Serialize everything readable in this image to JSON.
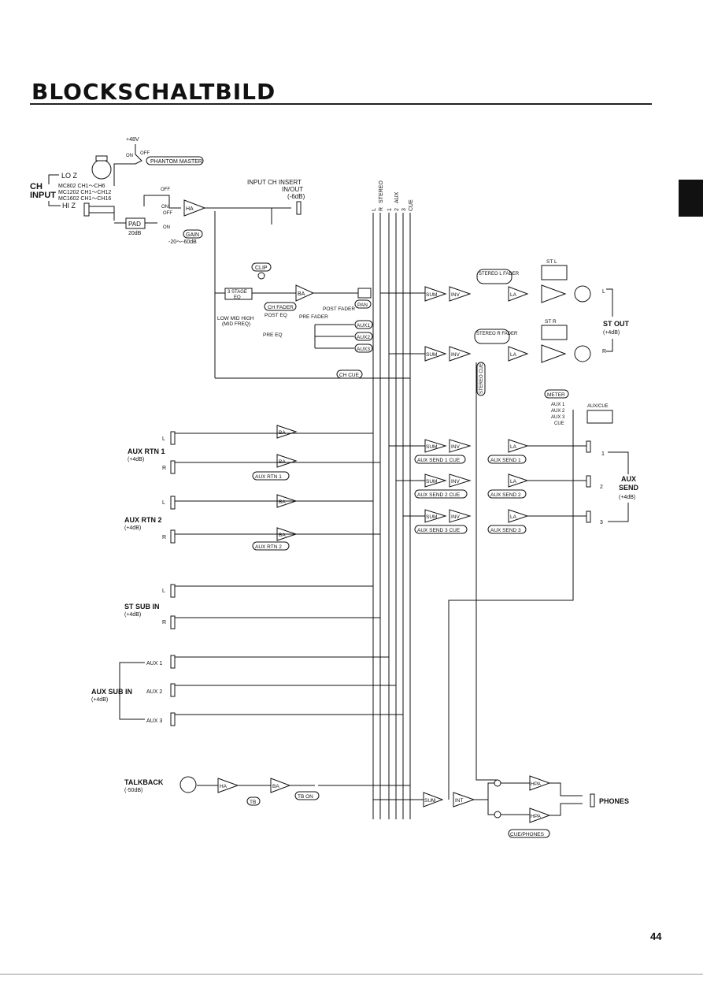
{
  "page": {
    "title": "BLOCKSCHALTBILD",
    "number": "44"
  },
  "bus_labels": [
    "L",
    "R",
    "STEREO",
    "1",
    "2",
    "3",
    "AUX",
    "CUE"
  ],
  "ch_input": {
    "label1": "CH",
    "label2": "INPUT",
    "lo_z": "LO Z",
    "hi_z": "HI Z",
    "models": [
      "MC802  CH1～CH6",
      "MC1202  CH1～CH12",
      "MC1602  CH1～CH16"
    ],
    "phantom_voltage": "+48V",
    "on": "ON",
    "off": "OFF",
    "phantom_master": "PHANTOM MASTER",
    "pad": "PAD",
    "pad_value": "20dB",
    "ha": "HA",
    "gain": "GAIN",
    "gain_range": "-20～-60dB"
  },
  "insert": {
    "line1": "INPUT CH INSERT",
    "line2": "IN/OUT",
    "line3": "(-6dB)"
  },
  "channel": {
    "clip": "CLIP",
    "eq1": "3 STAGE",
    "eq2": "EQ",
    "eq_bands": "LOW  MID  HIGH",
    "mid_freq": "(MID FREQ)",
    "ba": "BA",
    "ch_fader": "CH FADER",
    "post_eq": "POST EQ",
    "pre_eq": "PRE EQ",
    "post_fader": "POST FADER",
    "pre_fader": "PRE FADER",
    "pan": "PAN",
    "aux1": "AUX1",
    "aux2": "AUX2",
    "aux3": "AUX3",
    "ch_cue": "CH CUE"
  },
  "stereo_out": {
    "sum": "SUM",
    "inv": "INV",
    "la": "LA",
    "fader_l": "STEREO L FADER",
    "fader_r": "STEREO R FADER",
    "meter_l": "ST L",
    "meter_r": "ST R",
    "l": "L",
    "r": "R",
    "out_label": "ST OUT",
    "out_level": "(+4dB)"
  },
  "stereo_cue": "STEREO CUE",
  "meter": {
    "label": "METER",
    "aux1": "AUX 1",
    "aux2": "AUX 2",
    "aux3": "AUX 3",
    "cue": "CUE",
    "aux_cue": "AUX/CUE"
  },
  "aux_rtn": [
    {
      "label": "AUX RTN 1",
      "level": "(+4dB)",
      "l": "L",
      "r": "R",
      "knob": "AUX RTN 1"
    },
    {
      "label": "AUX RTN 2",
      "level": "(+4dB)",
      "l": "L",
      "r": "R",
      "knob": "AUX RTN 2"
    }
  ],
  "aux_send": {
    "cue_labels": [
      "AUX SEND 1 CUE",
      "AUX SEND 2 CUE",
      "AUX SEND 3 CUE"
    ],
    "send_labels": [
      "AUX SEND 1",
      "AUX SEND 2",
      "AUX SEND 3"
    ],
    "numbers": [
      "1",
      "2",
      "3"
    ],
    "label": "AUX",
    "label2": "SEND",
    "level": "(+4dB)"
  },
  "st_sub": {
    "label": "ST SUB IN",
    "level": "(+4dB)",
    "l": "L",
    "r": "R"
  },
  "aux_sub": {
    "label": "AUX SUB IN",
    "level": "(+4dB)",
    "inputs": [
      "AUX 1",
      "AUX 2",
      "AUX 3"
    ]
  },
  "talkback": {
    "label": "TALKBACK",
    "level": "(-50dB)",
    "ha": "HA",
    "ba": "BA",
    "tb": "TB",
    "tb_on": "TB ON"
  },
  "phones": {
    "sum": "SUM",
    "int": "INT",
    "hpa": "HPA",
    "label": "PHONES",
    "cue_phones": "CUE/PHONES"
  }
}
